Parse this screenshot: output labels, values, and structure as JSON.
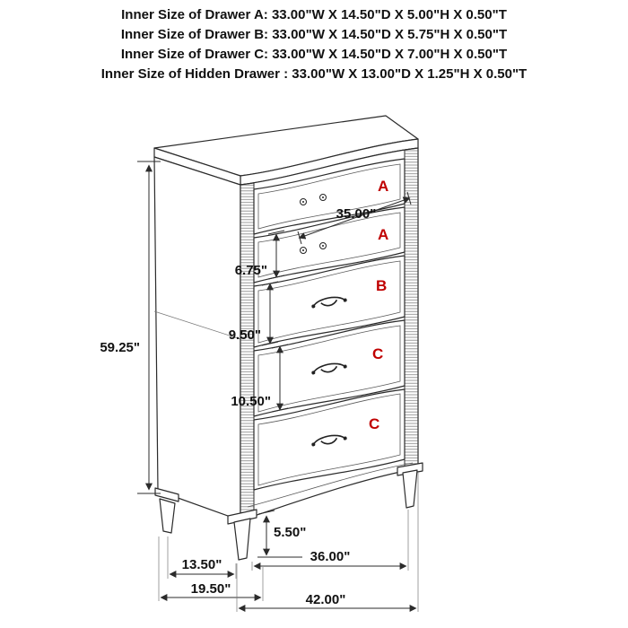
{
  "header": {
    "lines": [
      "Inner Size of Drawer A: 33.00\"W X 14.50\"D X 5.00\"H X 0.50\"T",
      "Inner Size of Drawer B: 33.00\"W X 14.50\"D X 5.75\"H X 0.50\"T",
      "Inner Size of Drawer C: 33.00\"W X 14.50\"D X 7.00\"H X 0.50\"T",
      "Inner Size of Hidden Drawer : 33.00\"W X 13.00\"D X 1.25\"H X 0.50\"T"
    ]
  },
  "diagram": {
    "labels": {
      "overall_height": "59.25\"",
      "top_width": "35.00\"",
      "drawer_a_front_height": "6.75\"",
      "drawer_b_front_height": "9.50\"",
      "drawer_c_front_height": "10.50\"",
      "leg_height": "5.50\"",
      "side_leg_span": "13.50\"",
      "front_leg_span": "36.00\"",
      "overall_depth": "19.50\"",
      "overall_width": "42.00\""
    },
    "drawer_letters": [
      "A",
      "A",
      "B",
      "C",
      "C"
    ],
    "colors": {
      "line": "#2b2b2b",
      "label": "#111111",
      "drawer_letter": "#c00000",
      "background": "#ffffff"
    }
  }
}
